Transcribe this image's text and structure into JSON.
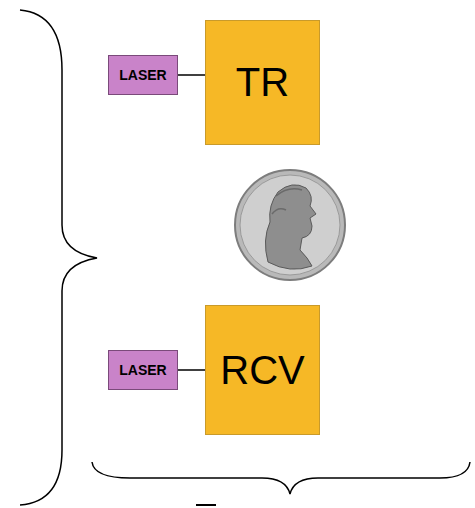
{
  "diagram": {
    "nodes": [
      {
        "text": [
          "LASER"
        ]
      },
      {
        "text": [
          "TR"
        ]
      },
      {
        "text": [
          "LASER"
        ]
      },
      {
        "text": [
          "RCV"
        ]
      }
    ],
    "edges": [
      {
        "from": 0,
        "to": 1,
        "arrow": "none"
      },
      {
        "from": 2,
        "to": 3,
        "arrow": "none"
      }
    ]
  }
}
